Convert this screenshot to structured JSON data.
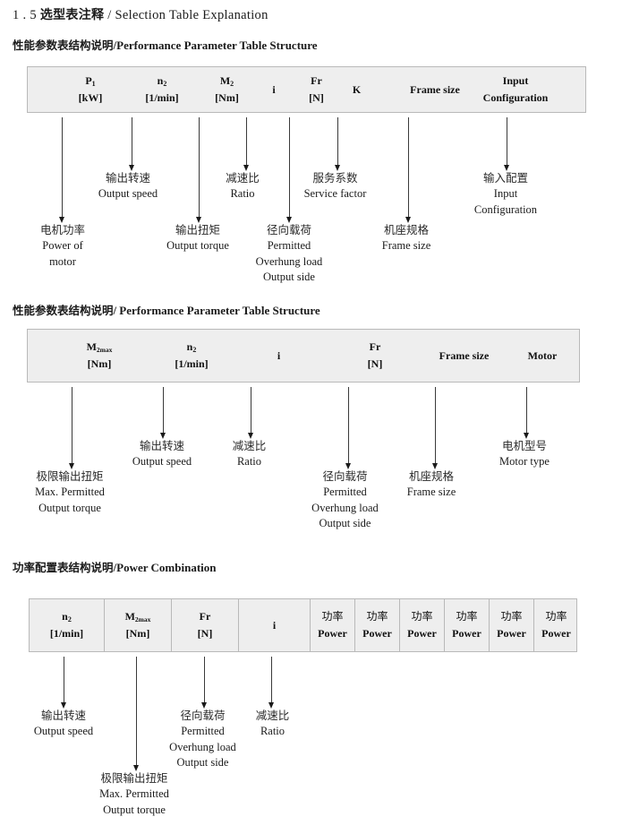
{
  "document": {
    "section_number": "1 . 5",
    "title_cn": "选型表注释",
    "title_sep": "/",
    "title_en": "Selection Table Explanation"
  },
  "sections": [
    {
      "heading_cn": "性能参数表结构说明",
      "heading_sep": "/",
      "heading_en": "Performance Parameter Table Structure",
      "columns": [
        {
          "line1": "P",
          "sub1": "1",
          "line2": "[kW]"
        },
        {
          "line1": "n",
          "sub1": "2",
          "line2": "[1/min]"
        },
        {
          "line1": "M",
          "sub1": "2",
          "line2": "[Nm]"
        },
        {
          "line1": "i",
          "sub1": "",
          "line2": ""
        },
        {
          "line1": "Fr",
          "sub1": "",
          "line2": "[N]"
        },
        {
          "line1": "K",
          "sub1": "",
          "line2": ""
        },
        {
          "line1": "Frame size",
          "sub1": "",
          "line2": ""
        },
        {
          "line1": "Input",
          "sub1": "",
          "line2": "Configuration"
        }
      ],
      "annotations": [
        {
          "cn": "电机功率",
          "en": [
            "Power of",
            "motor"
          ]
        },
        {
          "cn": "输出转速",
          "en": [
            "Output speed"
          ]
        },
        {
          "cn": "输出扭矩",
          "en": [
            "Output torque"
          ]
        },
        {
          "cn": "减速比",
          "en": [
            "Ratio"
          ]
        },
        {
          "cn": "径向载荷",
          "en": [
            "Permitted",
            "Overhung load",
            "Output side"
          ]
        },
        {
          "cn": "服务系数",
          "en": [
            "Service factor"
          ]
        },
        {
          "cn": "机座规格",
          "en": [
            "Frame size"
          ]
        },
        {
          "cn": "输入配置",
          "en": [
            "Input",
            "Configuration"
          ]
        }
      ]
    },
    {
      "heading_cn": "性能参数表结构说明",
      "heading_sep": "/",
      "heading_en": "Performance Parameter Table Structure",
      "columns": [
        {
          "line1": "M",
          "sub1": "2max",
          "line2": "[Nm]"
        },
        {
          "line1": "n",
          "sub1": "2",
          "line2": "[1/min]"
        },
        {
          "line1": "i",
          "sub1": "",
          "line2": ""
        },
        {
          "line1": "Fr",
          "sub1": "",
          "line2": "[N]"
        },
        {
          "line1": "Frame size",
          "sub1": "",
          "line2": ""
        },
        {
          "line1": "Motor",
          "sub1": "",
          "line2": ""
        }
      ],
      "annotations": [
        {
          "cn": "极限输出扭矩",
          "en": [
            "Max. Permitted",
            "Output  torque"
          ]
        },
        {
          "cn": "输出转速",
          "en": [
            "Output speed"
          ]
        },
        {
          "cn": "减速比",
          "en": [
            "Ratio"
          ]
        },
        {
          "cn": "径向载荷",
          "en": [
            "Permitted",
            "Overhung load",
            "Output side"
          ]
        },
        {
          "cn": "机座规格",
          "en": [
            "Frame size"
          ]
        },
        {
          "cn": "电机型号",
          "en": [
            "Motor type"
          ]
        }
      ]
    },
    {
      "heading_cn": "功率配置表结构说明",
      "heading_sep": "/",
      "heading_en": "Power Combination",
      "columns": [
        {
          "line1": "n",
          "sub1": "2",
          "line2": "[1/min]"
        },
        {
          "line1": "M",
          "sub1": "2max",
          "line2": "[Nm]"
        },
        {
          "line1": "Fr",
          "sub1": "",
          "line2": "[N]"
        },
        {
          "line1": "i",
          "sub1": "",
          "line2": ""
        },
        {
          "line1": "功率",
          "sub1": "",
          "line2": "Power"
        },
        {
          "line1": "功率",
          "sub1": "",
          "line2": "Power"
        },
        {
          "line1": "功率",
          "sub1": "",
          "line2": "Power"
        },
        {
          "line1": "功率",
          "sub1": "",
          "line2": "Power"
        },
        {
          "line1": "功率",
          "sub1": "",
          "line2": "Power"
        },
        {
          "line1": "功率",
          "sub1": "",
          "line2": "Power"
        }
      ],
      "annotations": [
        {
          "cn": "输出转速",
          "en": [
            "Output speed"
          ]
        },
        {
          "cn": "极限输出扭矩",
          "en": [
            "Max. Permitted",
            "Output  torque"
          ]
        },
        {
          "cn": "径向载荷",
          "en": [
            "Permitted",
            "Overhung load",
            "Output side"
          ]
        },
        {
          "cn": "减速比",
          "en": [
            "Ratio"
          ]
        }
      ]
    }
  ],
  "colors": {
    "table_fill": "#eeeeee",
    "table_border": "#b9b9b9",
    "arrow": "#1a1a1a",
    "text": "#1a1a1a"
  }
}
